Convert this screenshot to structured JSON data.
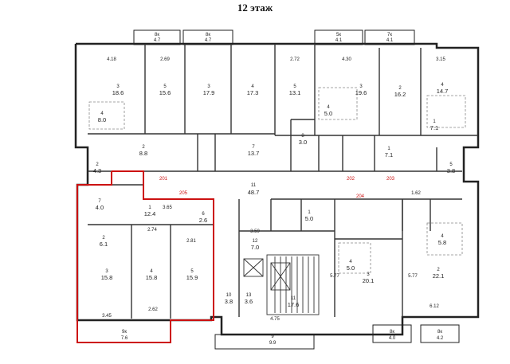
{
  "title": "12 этаж",
  "colors": {
    "walls": "#222222",
    "highlight": "#cc1111",
    "dimension": "#555555"
  },
  "balconies": [
    {
      "no": "8к",
      "area": "4.7"
    },
    {
      "no": "8к",
      "area": "4.7"
    },
    {
      "no": "5к",
      "area": "4.1"
    },
    {
      "no": "7к",
      "area": "4.1"
    },
    {
      "no": "9к",
      "area": "7.6"
    },
    {
      "no": "9",
      "area": "9.9"
    },
    {
      "no": "8к",
      "area": "4.0"
    },
    {
      "no": "8к",
      "area": "4.2"
    }
  ],
  "rooms": [
    {
      "no": "3",
      "area": "18.6"
    },
    {
      "no": "5",
      "area": "15.6"
    },
    {
      "no": "3",
      "area": "17.9"
    },
    {
      "no": "4",
      "area": "17.3"
    },
    {
      "no": "5",
      "area": "13.1"
    },
    {
      "no": "3",
      "area": "19.6"
    },
    {
      "no": "2",
      "area": "16.2"
    },
    {
      "no": "4",
      "area": "14.7"
    },
    {
      "no": "4",
      "area": "8.0"
    },
    {
      "no": "4",
      "area": "5.0"
    },
    {
      "no": "1",
      "area": "7.1"
    },
    {
      "no": "2",
      "area": "8.8"
    },
    {
      "no": "7",
      "area": "13.7"
    },
    {
      "no": "8",
      "area": "3.0"
    },
    {
      "no": "2",
      "area": "4.3"
    },
    {
      "no": "1",
      "area": "7.1"
    },
    {
      "no": "5",
      "area": "3.8"
    },
    {
      "no": "11",
      "area": "48.7"
    },
    {
      "no": "7",
      "area": "4.0"
    },
    {
      "no": "1",
      "area": "12.4"
    },
    {
      "no": "6",
      "area": "2.6"
    },
    {
      "no": "2",
      "area": "6.1"
    },
    {
      "no": "3",
      "area": "15.8"
    },
    {
      "no": "4",
      "area": "15.8"
    },
    {
      "no": "5",
      "area": "15.9"
    },
    {
      "no": "1",
      "area": "5.0"
    },
    {
      "no": "4",
      "area": "5.0"
    },
    {
      "no": "3",
      "area": "20.1"
    },
    {
      "no": "4",
      "area": "5.8"
    },
    {
      "no": "2",
      "area": "22.1"
    },
    {
      "no": "12",
      "area": "7.0"
    },
    {
      "no": "13",
      "area": "3.6"
    },
    {
      "no": "10",
      "area": "3.8"
    },
    {
      "no": "11",
      "area": "17.6"
    }
  ],
  "dimensions": [
    "4.18",
    "2.69",
    "2.72",
    "4.30",
    "3.15",
    "5.77",
    "5.77",
    "3.65",
    "2.74",
    "2.81",
    "3.45",
    "2.62",
    "4.75",
    "6.12",
    "1.62",
    "3.59"
  ],
  "room_codes": [
    "201",
    "202",
    "203",
    "204",
    "205"
  ]
}
